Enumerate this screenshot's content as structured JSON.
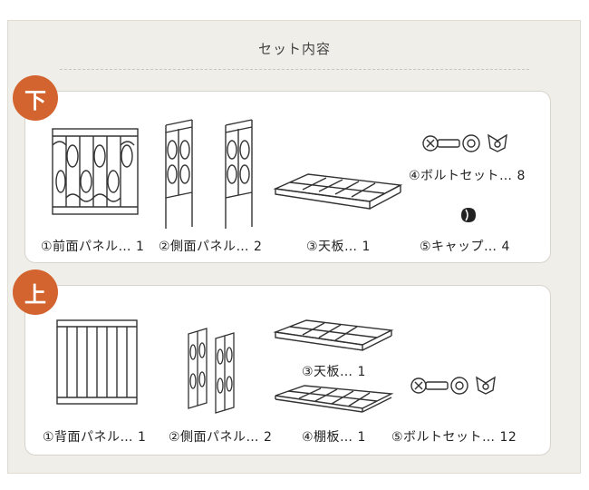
{
  "page": {
    "title": "セット内容"
  },
  "lower": {
    "badge": "下",
    "items": [
      {
        "label": "①前面パネル… 1"
      },
      {
        "label": "②側面パネル… 2"
      },
      {
        "label": "③天板… 1"
      },
      {
        "label": "④ボルトセット… 8"
      },
      {
        "label": "⑤キャップ… 4"
      }
    ]
  },
  "upper": {
    "badge": "上",
    "items": [
      {
        "label": "①背面パネル… 1"
      },
      {
        "label": "②側面パネル… 2"
      },
      {
        "label": "③天板… 1"
      },
      {
        "label": "④棚板… 1"
      },
      {
        "label": "⑤ボルトセット… 12"
      }
    ]
  }
}
